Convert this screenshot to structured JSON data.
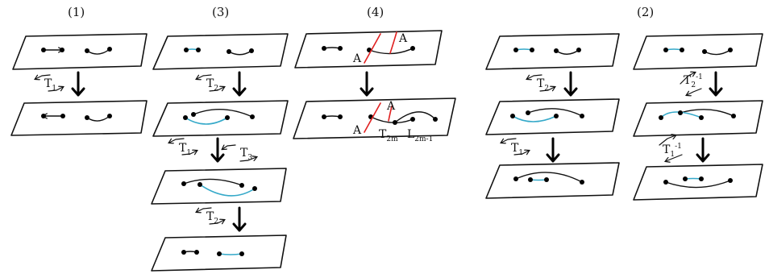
{
  "colors": {
    "blue_arc": "#35a9c9",
    "red_cut": "#e02020",
    "ink": "#111111"
  },
  "headings": {
    "col1": "(1)",
    "col3": "(3)",
    "col4": "(4)",
    "col2": "(2)"
  },
  "labels": {
    "t1": {
      "base": "T",
      "sub": "1"
    },
    "t2": {
      "base": "T",
      "sub": "2"
    },
    "t3": {
      "base": "T",
      "sub": "3"
    },
    "t2_inv": {
      "base": "T",
      "sub": "2",
      "sup": "-1"
    },
    "t1_inv": {
      "base": "T",
      "sub": "1",
      "sup": "-1"
    },
    "a_mark": "A",
    "t2m": {
      "base": "T",
      "sub": "2m"
    },
    "l2m1": {
      "base": "L",
      "sub": "2m-1"
    }
  }
}
